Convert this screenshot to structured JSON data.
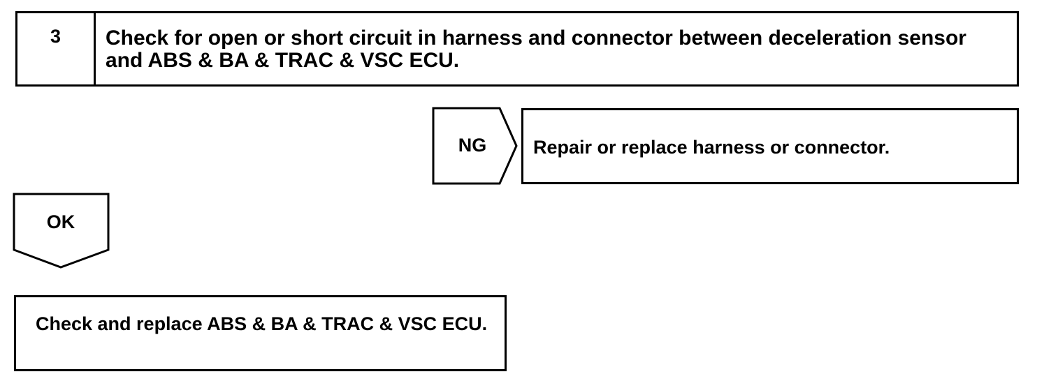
{
  "step": {
    "number": "3",
    "text": "Check for open or short circuit in harness and connector between deceleration sensor and ABS & BA & TRAC & VSC ECU."
  },
  "ng_branch": {
    "label": "NG",
    "result": "Repair or replace harness or connector."
  },
  "ok_branch": {
    "label": "OK",
    "result": "Check and replace ABS & BA & TRAC & VSC ECU."
  }
}
